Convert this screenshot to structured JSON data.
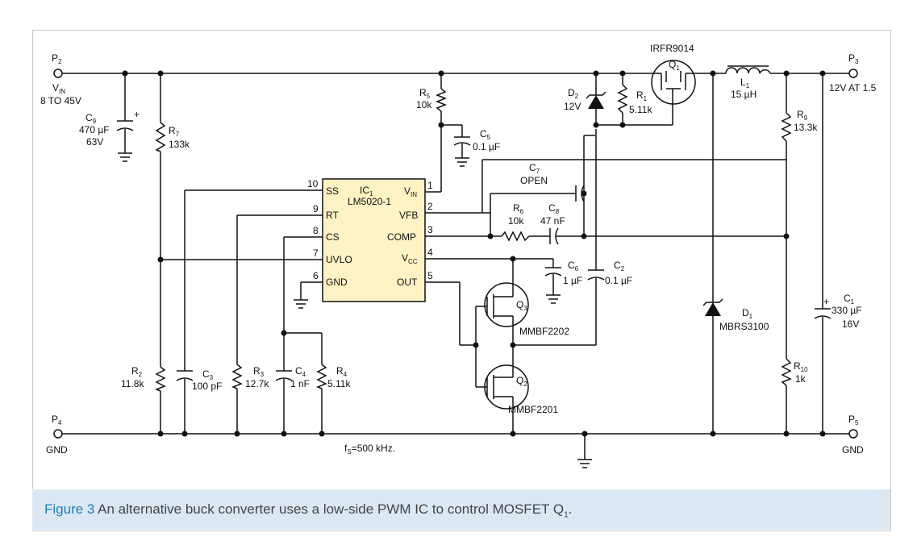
{
  "caption": {
    "figure_label": "Figure 3",
    "text": " An alternative buck converter uses a low-side PWM IC to control MOSFET Q",
    "text_sub": "1",
    "text_end": "."
  },
  "ports": {
    "p2": "P",
    "p2_sub": "2",
    "p3": "P",
    "p3_sub": "3",
    "p4": "P",
    "p4_sub": "4",
    "p5": "P",
    "p5_sub": "5",
    "vin": "V",
    "vin_sub": "IN",
    "vin_range": "8 TO 45V",
    "vout": "12V AT 1.5",
    "gnd_left": "GND",
    "gnd_right": "GND"
  },
  "ic": {
    "name": "IC",
    "name_sub": "1",
    "part": "LM5020-1",
    "pins_left": [
      {
        "num": "10",
        "label": "SS"
      },
      {
        "num": "9",
        "label": "RT"
      },
      {
        "num": "8",
        "label": "CS"
      },
      {
        "num": "7",
        "label": "UVLO"
      },
      {
        "num": "6",
        "label": "GND"
      }
    ],
    "pins_right": [
      {
        "num": "1",
        "label": "V",
        "sub": "IN"
      },
      {
        "num": "2",
        "label": "VFB"
      },
      {
        "num": "3",
        "label": "COMP"
      },
      {
        "num": "4",
        "label": "V",
        "sub": "CC"
      },
      {
        "num": "5",
        "label": "OUT"
      }
    ]
  },
  "components": {
    "c9": {
      "ref": "C",
      "sub": "9",
      "value": "470 µF",
      "value2": "63V",
      "plus": "+"
    },
    "r7": {
      "ref": "R",
      "sub": "7",
      "value": "133k"
    },
    "r5": {
      "ref": "R",
      "sub": "5",
      "value": "10k"
    },
    "c5": {
      "ref": "C",
      "sub": "5",
      "value": "0.1 µF"
    },
    "d2": {
      "ref": "D",
      "sub": "2",
      "value": "12V"
    },
    "r1": {
      "ref": "R",
      "sub": "1",
      "value": "5.11k"
    },
    "q1": {
      "ref": "Q",
      "sub": "1",
      "part": "IRFR9014"
    },
    "l1": {
      "ref": "L",
      "sub": "1",
      "value": "15 µH"
    },
    "r9": {
      "ref": "R",
      "sub": "9",
      "value": "13.3k"
    },
    "c7": {
      "ref": "C",
      "sub": "7",
      "value": "OPEN"
    },
    "r6": {
      "ref": "R",
      "sub": "6",
      "value": "10k"
    },
    "c8": {
      "ref": "C",
      "sub": "8",
      "value": "47 nF"
    },
    "c6": {
      "ref": "C",
      "sub": "6",
      "value": "1 µF"
    },
    "c2": {
      "ref": "C",
      "sub": "2",
      "value": "0.1 µF"
    },
    "q3": {
      "ref": "Q",
      "sub": "3",
      "part": "MMBF2202"
    },
    "q2": {
      "ref": "Q",
      "sub": "2",
      "part": "MMBF2201"
    },
    "d1": {
      "ref": "D",
      "sub": "1",
      "part": "MBRS3100"
    },
    "c1": {
      "ref": "C",
      "sub": "1",
      "value": "330 µF",
      "value2": "16V",
      "plus": "+"
    },
    "r10": {
      "ref": "R",
      "sub": "10",
      "value": "1k"
    },
    "r2": {
      "ref": "R",
      "sub": "2",
      "value": "11.8k"
    },
    "c3": {
      "ref": "C",
      "sub": "3",
      "value": "100 pF"
    },
    "r3": {
      "ref": "R",
      "sub": "3",
      "value": "12.7k"
    },
    "c4": {
      "ref": "C",
      "sub": "4",
      "value": "1 nF"
    },
    "r4": {
      "ref": "R",
      "sub": "4",
      "value": "5.11k"
    }
  },
  "fs": {
    "label": "f",
    "sub": "S",
    "value": "=500 kHz."
  }
}
